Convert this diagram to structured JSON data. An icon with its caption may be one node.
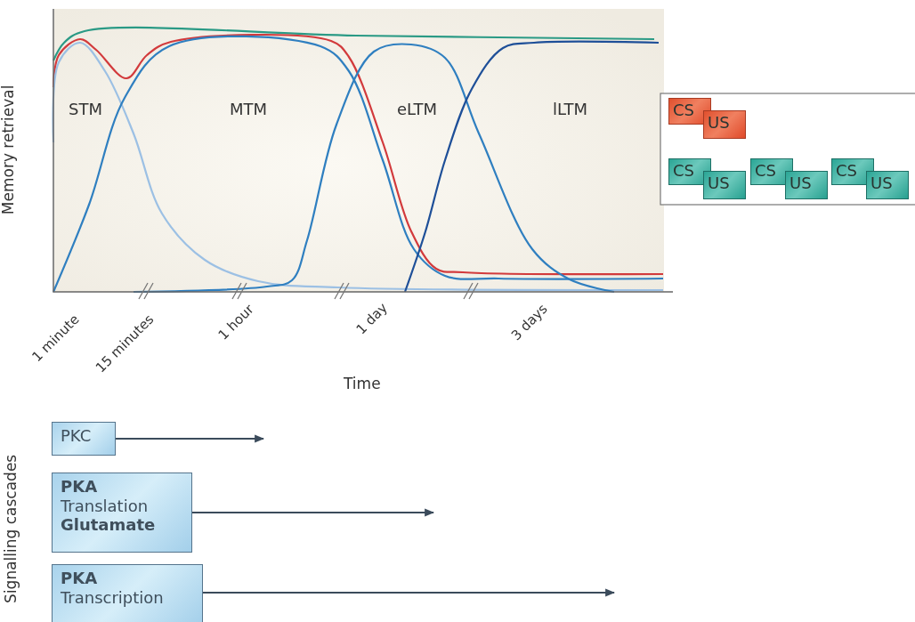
{
  "diagram": {
    "nodes": [
      {
        "text": [
          "CS"
        ]
      },
      {
        "text": [
          "US"
        ]
      },
      {
        "text": [
          "CS"
        ]
      },
      {
        "text": [
          "US"
        ]
      },
      {
        "text": [
          "CS"
        ]
      },
      {
        "text": [
          "US"
        ]
      },
      {
        "text": [
          "CS"
        ]
      },
      {
        "text": [
          "US"
        ]
      },
      {
        "text": [
          "PKC"
        ]
      },
      {
        "text": [
          "**PKA** Translation **Glutamate**"
        ]
      },
      {
        "text": [
          "**PKA** Transcription"
        ]
      }
    ],
    "edges": [
      {
        "from": 8,
        "to": null,
        "arrow": "to"
      },
      {
        "from": 9,
        "to": null,
        "arrow": "to"
      },
      {
        "from": 10,
        "to": null,
        "arrow": "to"
      }
    ],
    "labels": [
      "Memory retrieval",
      "STM",
      "MTM",
      "eLTM",
      "lLTM",
      "1 minute",
      "15 minutes",
      "1 hour",
      "1 day",
      "3 days",
      "Time",
      "Signalling cascades"
    ]
  }
}
